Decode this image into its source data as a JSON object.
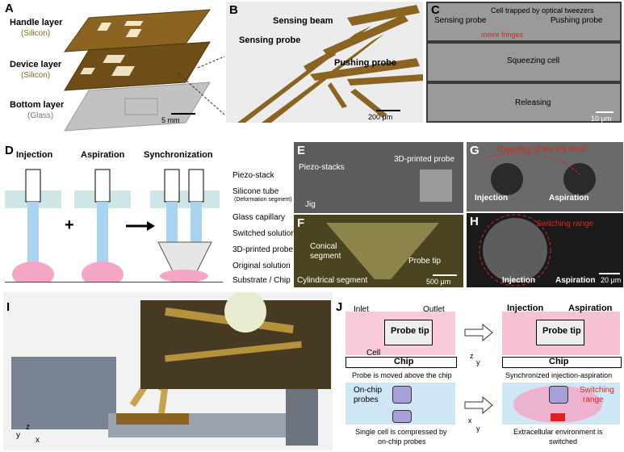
{
  "panels": {
    "A": {
      "letter": "A",
      "layers": {
        "handle": "Handle layer",
        "handle_mat": "(Silicon)",
        "device": "Device layer",
        "device_mat": "(Silicon)",
        "bottom": "Bottom layer",
        "bottom_mat": "(Glass)"
      },
      "scale": "5 mm"
    },
    "B": {
      "letter": "B",
      "labels": {
        "beam": "Sensing beam",
        "probe": "Sensing probe",
        "pushing": "Pushing probe"
      },
      "scale": "200 μm"
    },
    "C": {
      "letter": "C",
      "labels": {
        "sensing": "Sensing probe",
        "trapped": "Cell trapped by optical tweezers",
        "pushing": "Pushing probe",
        "moire": "moire fringes",
        "squeezing": "Squeezing cell",
        "releasing": "Releasing"
      },
      "scale": "10 μm"
    },
    "D": {
      "letter": "D",
      "titles": {
        "injection": "Injection",
        "aspiration": "Aspiration",
        "sync": "Synchronization"
      },
      "plus": "+",
      "labels": {
        "piezo": "Piezo-stack",
        "tube": "Silicone tube",
        "tube_sub": "(Deformation segment)",
        "capillary": "Glass capillary",
        "switched": "Switched solution",
        "probe": "3D-printed probe",
        "original": "Original solution",
        "substrate": "Substrate / Chip"
      }
    },
    "E": {
      "letter": "E",
      "labels": {
        "piezo": "Piezo-stacks",
        "probe": "3D-printed probe",
        "jig": "Jig"
      }
    },
    "F": {
      "letter": "F",
      "labels": {
        "conical": "Conical",
        "conical2": "segment",
        "tip": "Probe tip",
        "cyl": "Cylindrical segment"
      },
      "scale": "500 μm"
    },
    "G": {
      "letter": "G",
      "labels": {
        "trajectory": "Trajectory of the PS bead",
        "injection": "Injection",
        "aspiration": "Aspiration"
      }
    },
    "H": {
      "letter": "H",
      "labels": {
        "range": "Switching range",
        "injection": "Injection",
        "aspiration": "Aspiration"
      },
      "scale": "20 μm"
    },
    "I": {
      "letter": "I",
      "axes": {
        "y": "y",
        "z": "z",
        "x": "x"
      }
    },
    "J": {
      "letter": "J",
      "top_left": {
        "inlet": "Inlet",
        "outlet": "Outlet",
        "tip": "Probe tip",
        "cell": "Cell",
        "chip": "Chip",
        "caption": "Probe is moved above the chip"
      },
      "top_right": {
        "injection": "Injection",
        "aspiration": "Aspiration",
        "tip": "Probe tip",
        "chip": "Chip",
        "caption": "Synchronized injection-aspiration"
      },
      "bottom_left": {
        "probes": "On-chip",
        "probes2": "probes",
        "caption": "Single cell is compressed by",
        "caption2": "on-chip probes"
      },
      "bottom_right": {
        "range": "Switching",
        "range2": "range",
        "caption": "Extracellular environment is",
        "caption2": "switched"
      },
      "axes": {
        "z": "z",
        "y": "y",
        "x": "x",
        "y2": "y"
      }
    }
  },
  "colors": {
    "silicon": "#7a5a14",
    "glass": "#bdbdbd",
    "red": "#e02020",
    "blue": "#a9d4f0",
    "pink": "#f4a6c4",
    "gold": "#b5933c"
  }
}
